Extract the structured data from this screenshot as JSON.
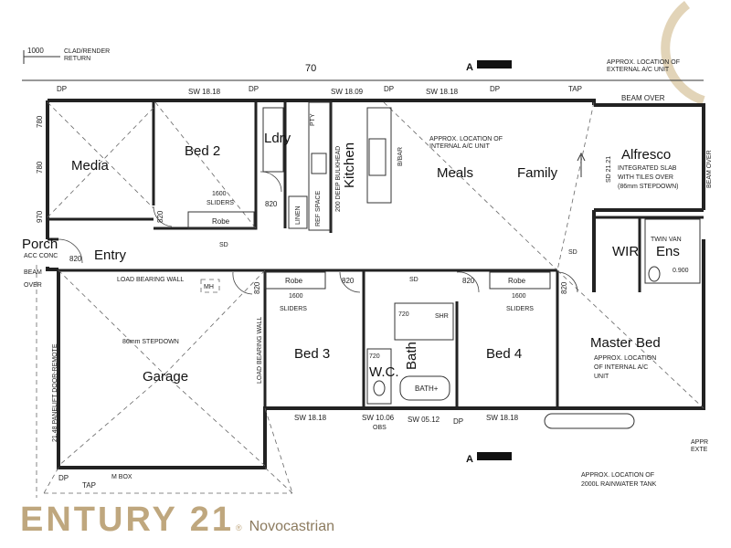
{
  "plan": {
    "top_note_dim": "1000",
    "top_note_text": "CLAD/RENDER",
    "top_note_text2": "RETURN",
    "overall_dim": "70",
    "section_marker": "A",
    "rooms": {
      "media": "Media",
      "bed2": "Bed 2",
      "ldry": "Ldry",
      "kitchen": "Kitchen",
      "meals": "Meals",
      "family": "Family",
      "alfresco": "Alfresco",
      "entry": "Entry",
      "porch": "Porch",
      "wir": "WIR",
      "ens": "Ens",
      "garage": "Garage",
      "bed3": "Bed 3",
      "bed4": "Bed 4",
      "bath": "Bath",
      "wc": "W.C.",
      "master": "Master Bed"
    },
    "labels": {
      "sw_1818": "SW 18.18",
      "sw_1809": "SW 18.09",
      "sw_1006": "SW 10.06",
      "obs": "OBS",
      "sw_0512": "SW 05.12",
      "dp": "DP",
      "tap": "TAP",
      "beam_over": "BEAM OVER",
      "pty": "PTY",
      "bulkhead": "200 DEEP BULKHEAD",
      "bbar": "B/BAR",
      "ext_ac": "APPROX. LOCATION OF",
      "ext_ac2": "EXTERNAL A/C UNIT",
      "int_ac": "APPROX. LOCATION OF",
      "int_ac2": "INTERNAL A/C UNIT",
      "sd_2121": "SD 21.21",
      "alfresco_note1": "INTEGRATED SLAB",
      "alfresco_note2": "WITH TILES OVER",
      "alfresco_note3": "(86mm STEPDOWN)",
      "sliders_1600": "1600",
      "sliders": "SLIDERS",
      "robe": "Robe",
      "linen": "LINEN",
      "ref_space": "REF SPACE",
      "d820": "820",
      "d720": "720",
      "d780": "780",
      "d970": "970",
      "sd": "SD",
      "load_bearing": "LOAD BEARING WALL",
      "mh": "MH",
      "stepdown": "86mm STEPDOWN",
      "panelift": "21.48 PANELIFT DOOR-REMOTE",
      "acc_conc": "ACC CONC",
      "beam": "BEAM",
      "over": "OVER",
      "shr": "SHR",
      "bath_plus": "BATH+",
      "master_ac1": "APPROX. LOCATION",
      "master_ac2": "OF INTERNAL A/C",
      "master_ac3": "UNIT",
      "m_box": "M BOX",
      "rain1": "APPROX. LOCATION OF",
      "rain2": "2000L RAINWATER TANK",
      "appr": "APPR",
      "exte": "EXTE",
      "twin_van": "TWIN VAN",
      "shr_size": "0.900"
    }
  },
  "brand": {
    "mark": "ENTURY 21",
    "reg": "®",
    "office": "Novocastrian"
  }
}
